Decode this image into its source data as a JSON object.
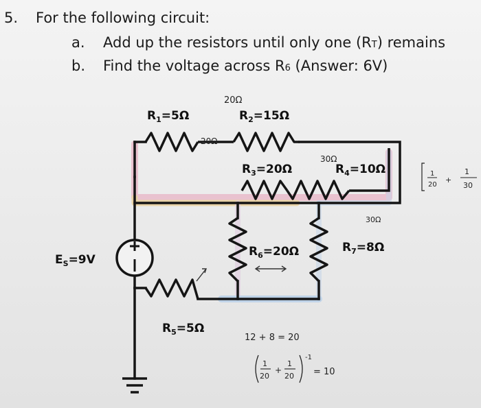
{
  "question": {
    "number": "5.",
    "title": "For the following circuit:",
    "part_a_marker": "a.",
    "part_a_text": "Add up the resistors until only one (R",
    "part_a_sub": "T",
    "part_a_end": ") remains",
    "part_b_marker": "b.",
    "part_b_text": "Find the voltage across R",
    "part_b_sub": "6",
    "part_b_end": " (Answer: 6V)"
  },
  "components": {
    "r1": {
      "name": "R",
      "sub": "1",
      "value": "=5Ω"
    },
    "r2": {
      "name": "R",
      "sub": "2",
      "value": "=15Ω"
    },
    "r3": {
      "name": "R",
      "sub": "3",
      "value": "=20Ω"
    },
    "r4": {
      "name": "R",
      "sub": "4",
      "value": "=10Ω"
    },
    "r5": {
      "name": "R",
      "sub": "5",
      "value": "=5Ω"
    },
    "r6": {
      "name": "R",
      "sub": "6",
      "value": "=20Ω"
    },
    "r7": {
      "name": "R",
      "sub": "7",
      "value": "=8Ω"
    },
    "source": {
      "name": "E",
      "sub": "S",
      "value": "=9V"
    }
  },
  "handwriting": {
    "top_20": "20Ω",
    "mid_20": "20Ω",
    "top_30": "30Ω",
    "right_30": "30Ω",
    "sum_line": "12 + 8  = 20",
    "recip_1": "1",
    "recip_20a": "20",
    "recip_20b": "20",
    "recip_power": "-1",
    "recip_result": "= 10",
    "side_1a": "1",
    "side_20": "20",
    "side_plus": "+",
    "side_1b": "1",
    "side_30": "30"
  }
}
